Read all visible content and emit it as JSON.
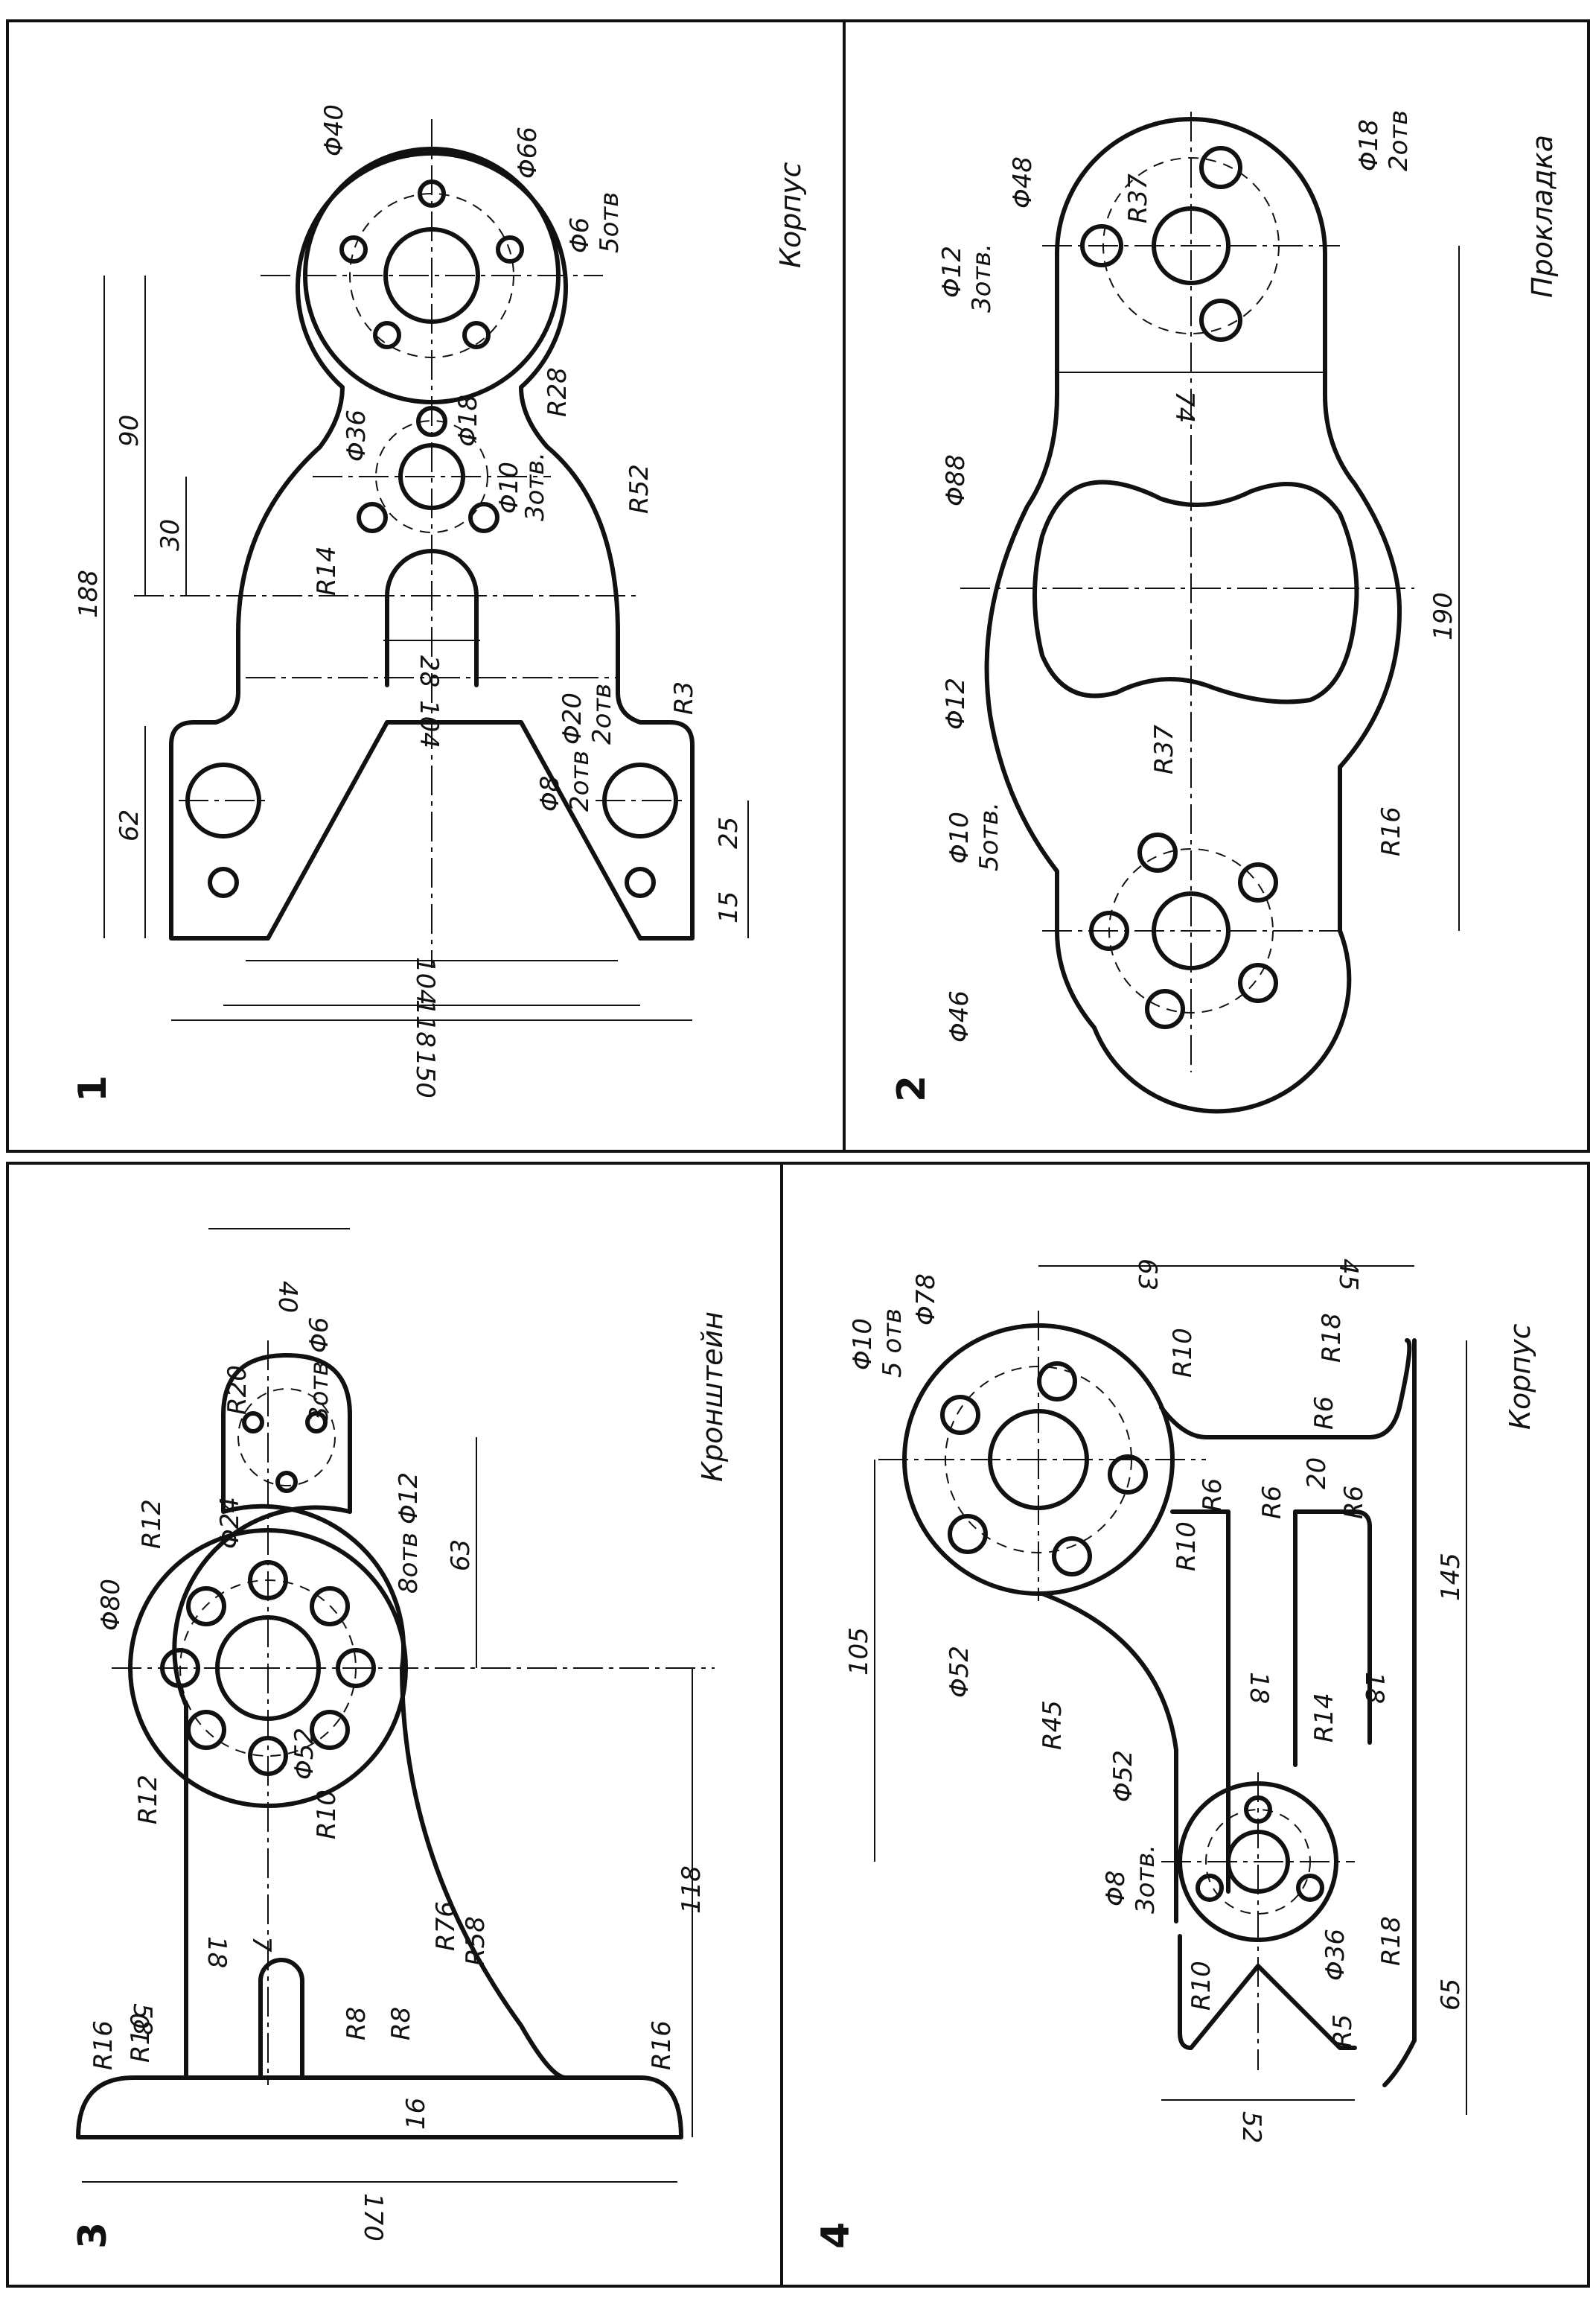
{
  "panels": [
    {
      "number": "1",
      "title": "Корпус",
      "labels": [
        "Φ40",
        "Φ66",
        "Φ6",
        "5отв",
        "R28",
        "Φ36",
        "Φ18",
        "Φ10",
        "3отв.",
        "R52",
        "R14",
        "28",
        "104",
        "Φ20",
        "2отв",
        "R3",
        "Φ8",
        "2отв",
        "25",
        "15",
        "104",
        "118",
        "150",
        "188",
        "90",
        "30",
        "62"
      ]
    },
    {
      "number": "2",
      "title": "Прокладка",
      "labels": [
        "Φ48",
        "R37",
        "Φ18",
        "2отв",
        "Φ12",
        "3отв.",
        "74",
        "Φ88",
        "190",
        "Φ12",
        "R37",
        "R16",
        "Φ10",
        "5отв.",
        "Φ46"
      ]
    },
    {
      "number": "3",
      "title": "Кронштейн",
      "labels": [
        "40",
        "R20",
        "3отв Φ6",
        "Φ24",
        "R12",
        "Φ80",
        "8отв Φ12",
        "63",
        "R12",
        "Φ52",
        "R10",
        "18",
        "7",
        "58",
        "R76",
        "R58",
        "118",
        "R16",
        "R10",
        "R8",
        "R8",
        "16",
        "R16",
        "170"
      ]
    },
    {
      "number": "4",
      "title": "Корпус",
      "labels": [
        "Φ10",
        "5 отв",
        "Φ78",
        "63",
        "45",
        "R10",
        "R18",
        "R6",
        "R6",
        "20",
        "R6",
        "R6",
        "R10",
        "105",
        "Φ52",
        "18",
        "18",
        "145",
        "R45",
        "R14",
        "Φ52",
        "Φ8",
        "3отв.",
        "R18",
        "R10",
        "Φ36",
        "R5",
        "65",
        "52"
      ]
    }
  ]
}
